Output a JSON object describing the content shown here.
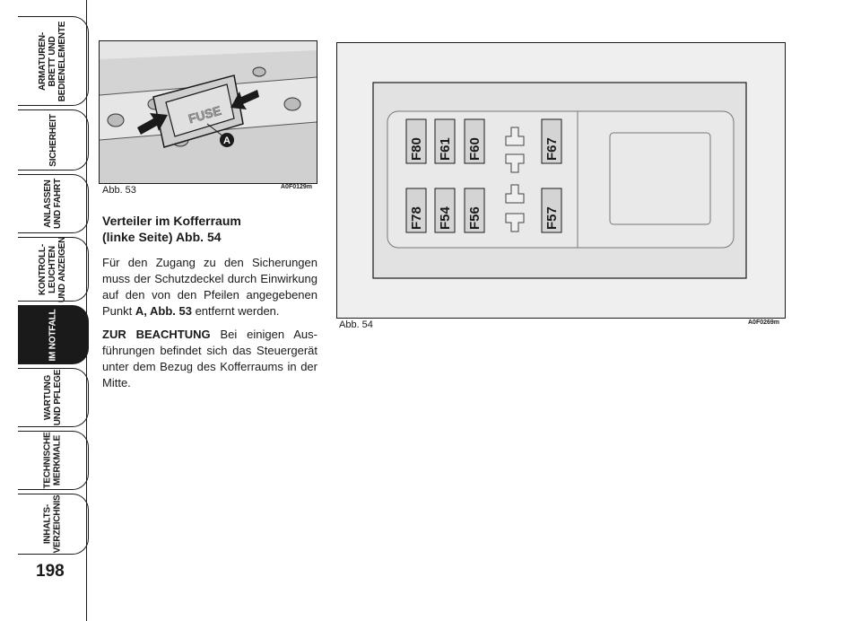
{
  "page_number": "198",
  "tabs": [
    {
      "label": "ARMATUREN-\nBRETT UND\nBEDIENELEMENTE",
      "active": false
    },
    {
      "label": "SICHERHEIT",
      "active": false
    },
    {
      "label": "ANLASSEN\nUND FAHRT",
      "active": false
    },
    {
      "label": "KONTROLL-\nLEUCHTEN\nUND ANZEIGEN",
      "active": false
    },
    {
      "label": "IM NOTFALL",
      "active": true
    },
    {
      "label": "WARTUNG\nUND PFLEGE",
      "active": false
    },
    {
      "label": "TECHNISCHE\nMERKMALE",
      "active": false
    },
    {
      "label": "INHALTS-\nVERZEICHNIS",
      "active": false
    }
  ],
  "figure53": {
    "caption": "Abb. 53",
    "code": "A0F0129m",
    "fuse_text": "FUSE",
    "marker": "A"
  },
  "section": {
    "heading_line1": "Verteiler im Kofferraum",
    "heading_line2": "(linke Seite) Abb. 54",
    "para1_text": "Für den Zugang zu den Sicherungen muss der Schutzdeckel durch Einwirkung auf den von den Pfeilen angegebenen Punkt ",
    "para1_ref": "A, Abb. 53",
    "para1_end": " entfernt werden.",
    "note_label": "ZUR BEACHTUNG",
    "note_text": " Bei einigen Aus-führungen befindet sich das Steuergerät unter dem Bezug des Kofferraums in der Mitte."
  },
  "figure54": {
    "caption": "Abb. 54",
    "code": "A0F0269m",
    "fuses_top": [
      "F80",
      "F61",
      "F60",
      "F67"
    ],
    "fuses_bottom": [
      "F78",
      "F54",
      "F56",
      "F57"
    ]
  }
}
